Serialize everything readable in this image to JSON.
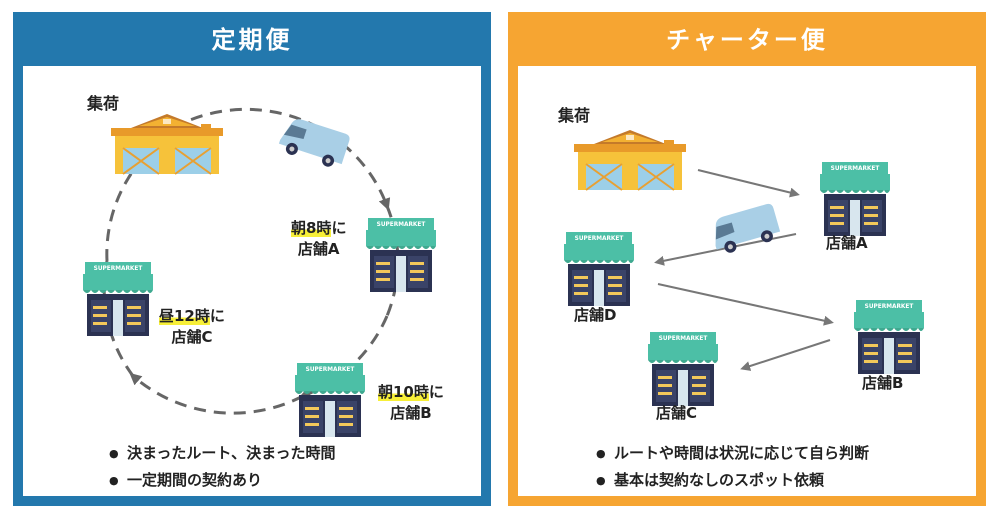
{
  "left": {
    "title": "定期便",
    "pickup_label": "集荷",
    "stops": [
      {
        "time": "朝8時",
        "suffix": "に",
        "store": "店舗A"
      },
      {
        "time": "朝10時",
        "suffix": "に",
        "store": "店舗B"
      },
      {
        "time": "昼12時",
        "suffix": "に",
        "store": "店舗C"
      }
    ],
    "bullets": [
      "決まったルート、決まった時間",
      "一定期間の契約あり"
    ]
  },
  "right": {
    "title": "チャーター便",
    "pickup_label": "集荷",
    "stores": [
      "店舗A",
      "店舗D",
      "店舗B",
      "店舗C"
    ],
    "bullets": [
      "ルートや時間は状況に応じて自ら判断",
      "基本は契約なしのスポット依頼"
    ]
  },
  "store_sign_text": "SUPERMARKET",
  "colors": {
    "left_frame": "#2378ad",
    "right_frame": "#f6a532",
    "highlight": "#f7ef38",
    "warehouse": "#f6c23a",
    "roof": "#c47a2a",
    "awning": "#4cbfa6",
    "store_dark": "#2b3252",
    "van": "#a9cfe6",
    "route": "#666666"
  },
  "icons": [
    "warehouse-icon",
    "van-icon",
    "supermarket-icon"
  ]
}
